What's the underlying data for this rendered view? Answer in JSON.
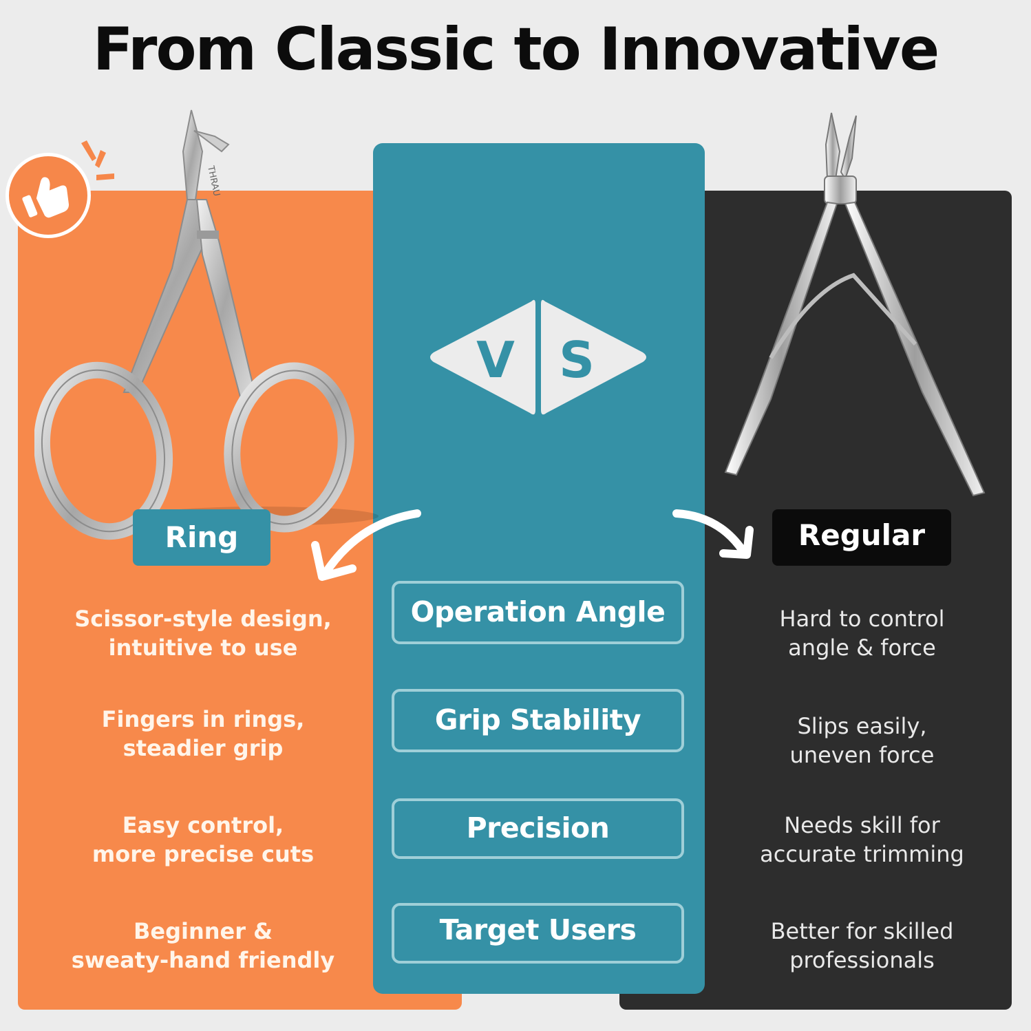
{
  "title": "From Classic to Innovative",
  "tool_engraving": "THRAU",
  "left": {
    "label": "Ring",
    "points": [
      "Scissor-style design,\nintuitive to use",
      "Fingers in rings,\nsteadier grip",
      "Easy control,\nmore precise cuts",
      "Beginner &\nsweaty-hand friendly"
    ]
  },
  "center": {
    "vs_left": "V",
    "vs_right": "S",
    "criteria": [
      "Operation Angle",
      "Grip Stability",
      "Precision",
      "Target Users"
    ]
  },
  "right": {
    "label": "Regular",
    "points": [
      "Hard to control\nangle & force",
      "Slips easily,\nuneven force",
      "Needs skill for\naccurate trimming",
      "Better for skilled\nprofessionals"
    ]
  },
  "colors": {
    "orange": "#f7894b",
    "teal": "#3591a6",
    "dark": "#2d2d2d",
    "black": "#0b0b0b"
  },
  "icons": [
    "thumbs-up-icon",
    "vs-icon",
    "curved-arrow-icon"
  ]
}
